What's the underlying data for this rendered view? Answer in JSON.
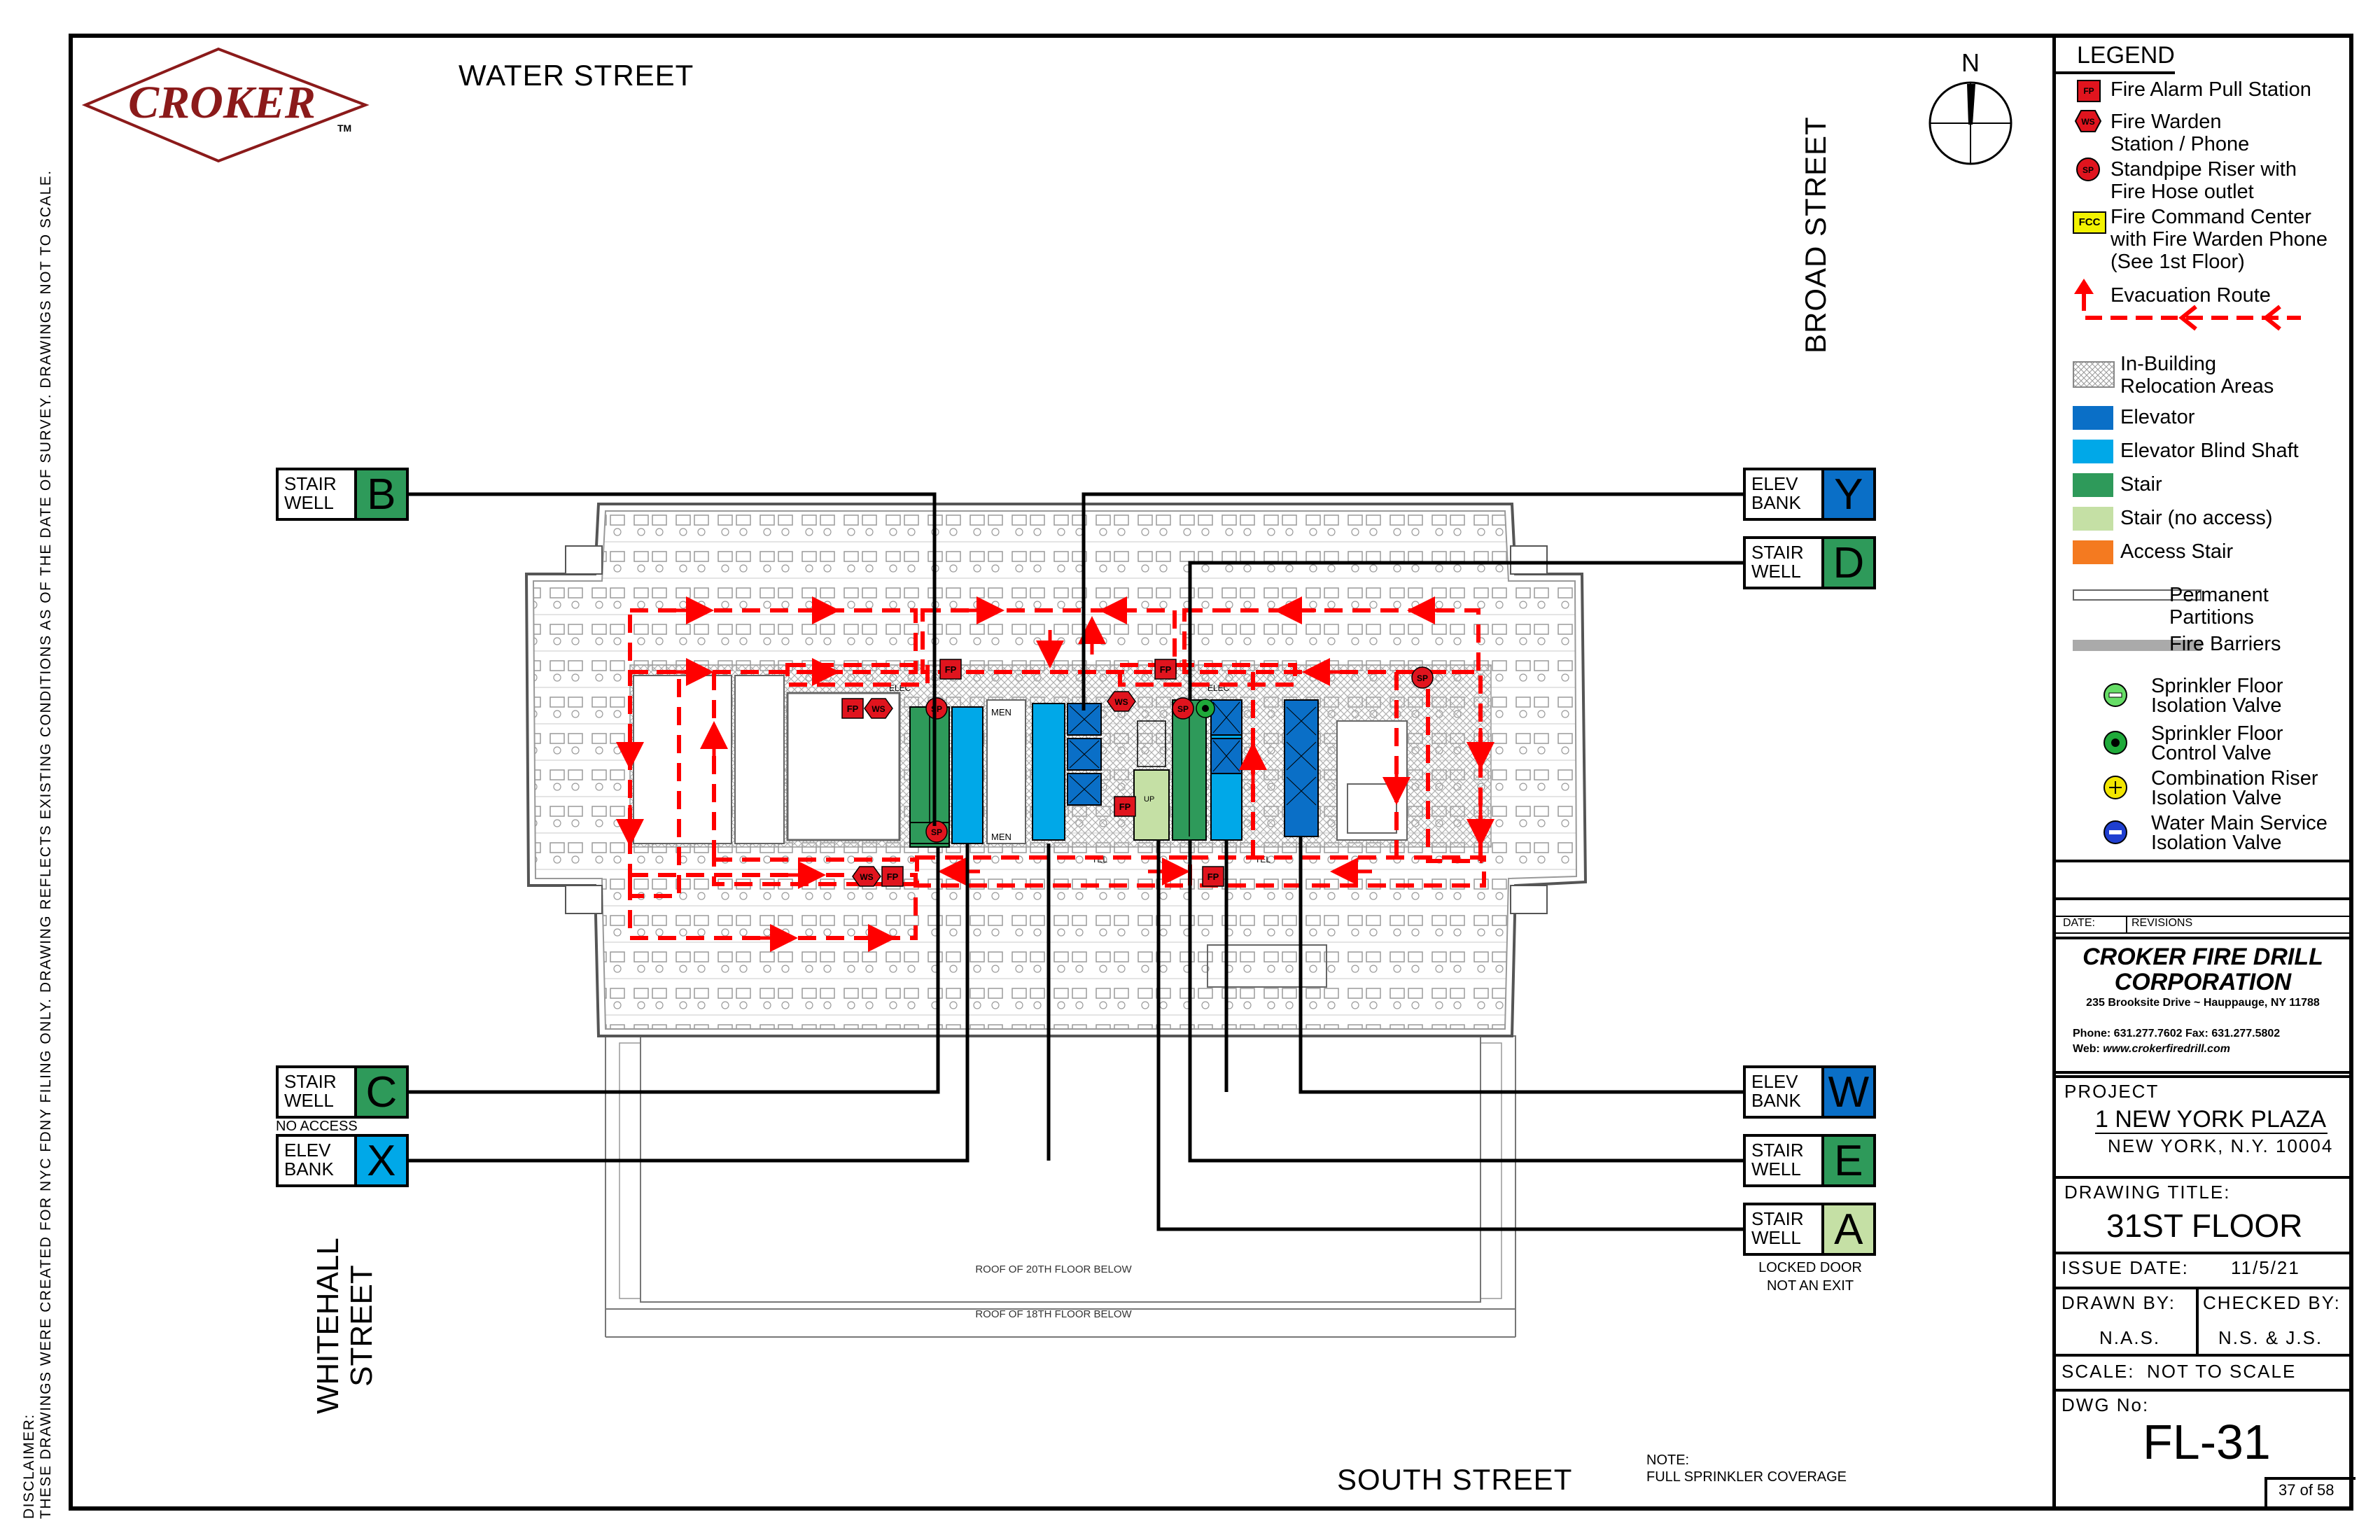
{
  "logo": {
    "text": "CROKER",
    "tm": "TM"
  },
  "streets": {
    "north": "WATER STREET",
    "east": "BROAD STREET",
    "south": "SOUTH STREET",
    "west": "WHITEHALL STREET",
    "west_line1": "WHITEHALL",
    "west_line2": "STREET"
  },
  "compass_label": "N",
  "disclaimer": {
    "line1": "DISCLAIMER:",
    "line2": "THESE DRAWINGS WERE CREATED FOR NYC FDNY FILING ONLY. DRAWING REFLECTS EXISTING CONDITIONS AS OF THE DATE OF SURVEY. DRAWINGS NOT TO SCALE."
  },
  "callouts": {
    "stair_b": {
      "top": "STAIR",
      "bottom": "WELL",
      "letter": "B",
      "color": "#2e9a5a"
    },
    "stair_c": {
      "top": "STAIR",
      "bottom": "WELL",
      "letter": "C",
      "color": "#2e9a5a",
      "note": "NO ACCESS"
    },
    "elev_x": {
      "top": "ELEV",
      "bottom": "BANK",
      "letter": "X",
      "color": "#00a8e8"
    },
    "elev_y": {
      "top": "ELEV",
      "bottom": "BANK",
      "letter": "Y",
      "color": "#0a6fc7"
    },
    "stair_d": {
      "top": "STAIR",
      "bottom": "WELL",
      "letter": "D",
      "color": "#2e9a5a"
    },
    "elev_w": {
      "top": "ELEV",
      "bottom": "BANK",
      "letter": "W",
      "color": "#0a6fc7"
    },
    "stair_e": {
      "top": "STAIR",
      "bottom": "WELL",
      "letter": "E",
      "color": "#2e9a5a"
    },
    "stair_a": {
      "top": "STAIR",
      "bottom": "WELL",
      "letter": "A",
      "color": "#c5e0a5",
      "note1": "LOCKED DOOR",
      "note2": "NOT AN EXIT"
    }
  },
  "roof_labels": {
    "roof20": "ROOF OF 20TH FLOOR BELOW",
    "roof18": "ROOF OF 18TH FLOOR BELOW"
  },
  "note": {
    "title": "NOTE:",
    "text": "FULL SPRINKLER COVERAGE"
  },
  "plan_labels": {
    "men": "MEN",
    "elec": "ELEC",
    "tel": "TEL",
    "up": "UP"
  },
  "markers": {
    "fp": "FP",
    "ws": "WS",
    "sp": "SP",
    "fcc": "FCC"
  },
  "legend": {
    "title": "LEGEND",
    "fire_alarm": "Fire Alarm Pull Station",
    "fire_warden_1": "Fire Warden",
    "fire_warden_2": "Station / Phone",
    "standpipe_1": "Standpipe Riser with",
    "standpipe_2": "Fire Hose outlet",
    "fcc_1": "Fire Command Center",
    "fcc_2": "with Fire Warden Phone",
    "fcc_3": "(See 1st Floor)",
    "evac": "Evacuation  Route",
    "relocation_1": "In-Building",
    "relocation_2": "Relocation Areas",
    "elevator": "Elevator",
    "blind_shaft": "Elevator Blind Shaft",
    "stair": "Stair",
    "stair_no_access": "Stair (no access)",
    "access_stair": "Access Stair",
    "partitions_1": "Permanent",
    "partitions_2": "Partitions",
    "fire_barriers": "Fire Barriers",
    "sprinkler_iso_1": "Sprinkler Floor",
    "sprinkler_iso_2": "Isolation Valve",
    "sprinkler_ctrl_1": "Sprinkler Floor",
    "sprinkler_ctrl_2": "Control Valve",
    "combo_1": "Combination Riser",
    "combo_2": "Isolation Valve",
    "water_1": "Water Main Service",
    "water_2": "Isolation Valve"
  },
  "colors": {
    "elevator": "#0a6fc7",
    "blind_shaft": "#00a8e8",
    "stair": "#2e9a5a",
    "stair_no_access": "#c5e0a5",
    "access_stair": "#f47a20",
    "evac": "#ff0000",
    "marker_red": "#e0141e",
    "logo_red": "#8b1a1a"
  },
  "title_block": {
    "date_label": "DATE:",
    "revisions_label": "REVISIONS",
    "company_1": "CROKER FIRE DRILL",
    "company_2": "CORPORATION",
    "address": "235 Brooksite Drive ~ Hauppauge, NY 11788",
    "phone": "Phone: 631.277.7602  Fax: 631.277.5802",
    "web_label": "Web: ",
    "web": "www.crokerfiredrill.com",
    "project_label": "PROJECT",
    "project_name": "1 NEW YORK PLAZA",
    "project_city": "NEW YORK, N.Y. 10004",
    "drawing_title_label": "DRAWING TITLE:",
    "drawing_title": "31ST FLOOR",
    "issue_date_label": "ISSUE DATE:",
    "issue_date": "11/5/21",
    "drawn_by_label": "DRAWN BY:",
    "drawn_by": "N.A.S.",
    "checked_by_label": "CHECKED BY:",
    "checked_by": "N.S. & J.S.",
    "scale_label": "SCALE:",
    "scale": "NOT TO SCALE",
    "dwg_label": "DWG No:",
    "dwg_no": "FL-31",
    "sheet": "37 of 58"
  }
}
